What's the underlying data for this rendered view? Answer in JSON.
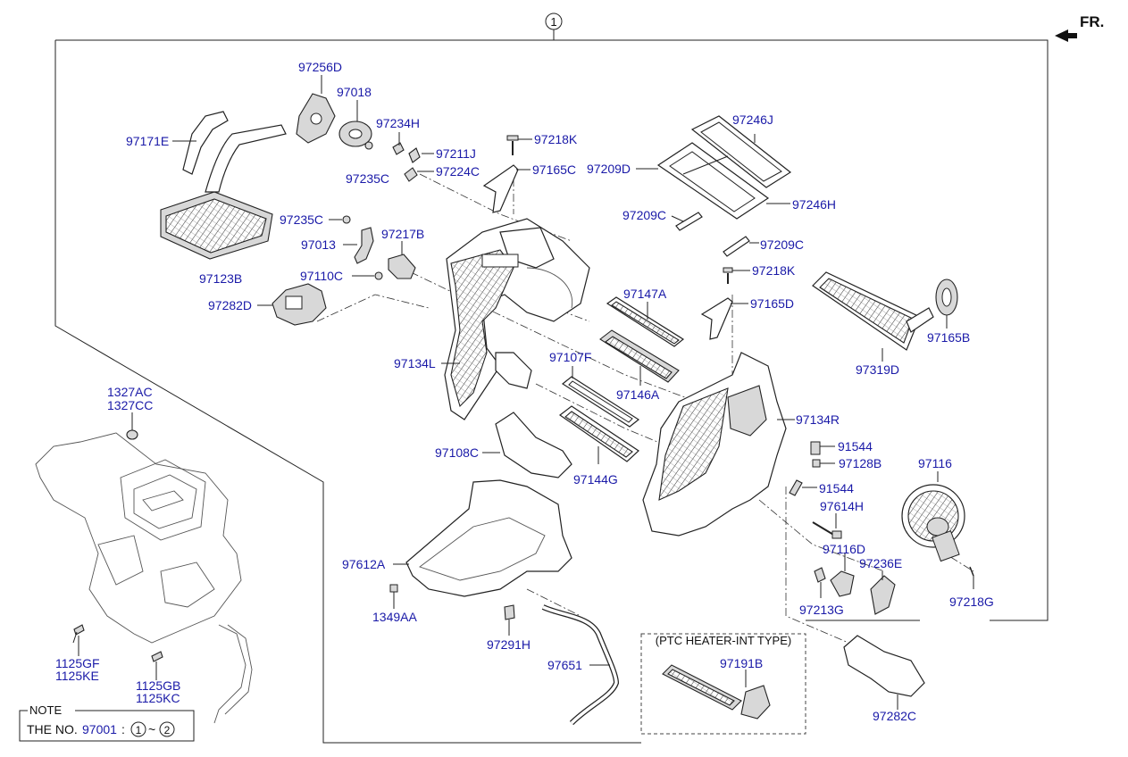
{
  "header": {
    "callout_number": "1",
    "direction_label": "FR."
  },
  "labels": {
    "p97256D": "97256D",
    "p97018": "97018",
    "p97171E": "97171E",
    "p97234H": "97234H",
    "p97211J": "97211J",
    "p97235C_a": "97235C",
    "p97224C": "97224C",
    "p97218K_a": "97218K",
    "p97165C": "97165C",
    "p97246J": "97246J",
    "p97209D": "97209D",
    "p97246H": "97246H",
    "p97209C_a": "97209C",
    "p97209C_b": "97209C",
    "p97235C_b": "97235C",
    "p97217B": "97217B",
    "p97013": "97013",
    "p97123B": "97123B",
    "p97110C": "97110C",
    "p97282D": "97282D",
    "p97218K_b": "97218K",
    "p97165D": "97165D",
    "p97147A": "97147A",
    "p97165B": "97165B",
    "p97319D": "97319D",
    "p97134L": "97134L",
    "p97107F": "97107F",
    "p97146A": "97146A",
    "p97134R": "97134R",
    "p1327AC": "1327AC",
    "p1327CC": "1327CC",
    "p91544_a": "91544",
    "p97108C": "97108C",
    "p97128B": "97128B",
    "p97116": "97116",
    "p97144G": "97144G",
    "p91544_b": "91544",
    "p97614H": "97614H",
    "p97612A": "97612A",
    "p97116D": "97116D",
    "p97236E": "97236E",
    "p97218G": "97218G",
    "p1349AA": "1349AA",
    "p97213G": "97213G",
    "p97291H": "97291H",
    "p1125GF": "1125GF",
    "p1125KE": "1125KE",
    "p97651": "97651",
    "p97191B": "97191B",
    "p1125GB": "1125GB",
    "p1125KC": "1125KC",
    "p97282C": "97282C"
  },
  "ptc_box": {
    "title": "(PTC HEATER-INT TYPE)"
  },
  "note": {
    "title": "NOTE",
    "prefix": "THE NO.",
    "part": "97001",
    "colon": " : ",
    "range_start": "1",
    "tilde": "~",
    "range_end": "2"
  },
  "colors": {
    "label": "#1a1aa8",
    "line": "#222222",
    "fill_gray": "#d8d8d8"
  }
}
